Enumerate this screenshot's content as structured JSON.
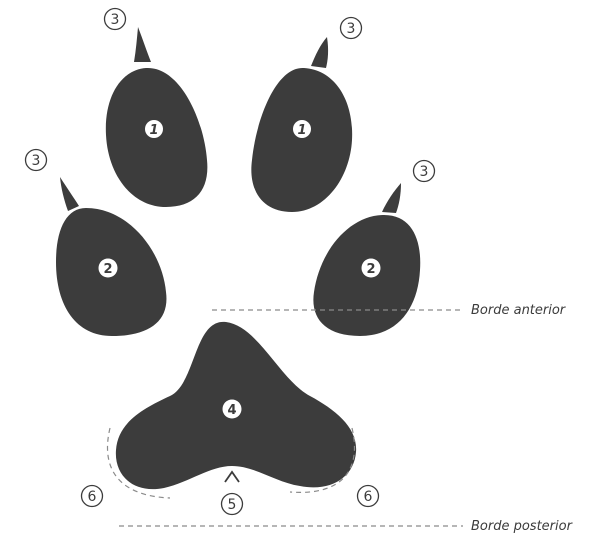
{
  "labels": {
    "border_front": "Borde anterior",
    "border_back": "Borde posterior"
  },
  "markers": {
    "toe_pad": "1",
    "lateral_pad": "2",
    "claw": "3",
    "heel_pad": "4",
    "notch": "5",
    "heel_lobe": "6"
  },
  "colors": {
    "pad": "#3c3c3c",
    "dashed_line": "#8a8a8a"
  }
}
